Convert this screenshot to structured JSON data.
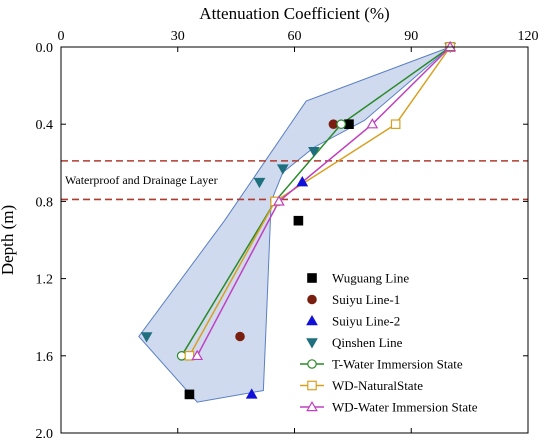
{
  "chart_data": {
    "type": "scatter",
    "xlabel": "Attenuation Coefficient (%)",
    "ylabel": "Depth (m)",
    "xlim": [
      0,
      120
    ],
    "ylim": [
      0,
      2.0
    ],
    "x_ticks": [
      "0",
      "30",
      "60",
      "90",
      "120"
    ],
    "y_ticks": [
      "0.0",
      "0.4",
      "0.8",
      "1.2",
      "1.6",
      "2.0"
    ],
    "x_axis_position": "top",
    "y_inverted": true,
    "grid": false,
    "legend_position": "bottom-right",
    "annotation": {
      "text": "Waterproof and Drainage Layer",
      "band_depths": [
        0.59,
        0.79
      ],
      "line_color": "#b03a2e"
    },
    "envelope": {
      "fill": "#c7d3ec",
      "stroke": "#5b7fc4",
      "points": [
        [
          100,
          0.0
        ],
        [
          78,
          0.38
        ],
        [
          65,
          0.52
        ],
        [
          57,
          0.65
        ],
        [
          54,
          0.8
        ],
        [
          53,
          1.3
        ],
        [
          52,
          1.78
        ],
        [
          35,
          1.84
        ],
        [
          20,
          1.5
        ],
        [
          42,
          0.9
        ],
        [
          63,
          0.28
        ]
      ]
    },
    "series": [
      {
        "name": "Wuguang Line",
        "marker": "square",
        "color": "#000000",
        "filled": true,
        "points": [
          [
            100,
            0.0
          ],
          [
            74,
            0.4
          ],
          [
            61,
            0.9
          ],
          [
            33,
            1.8
          ]
        ]
      },
      {
        "name": "Suiyu Line-1",
        "marker": "circle",
        "color": "#7a1f10",
        "filled": true,
        "points": [
          [
            100,
            0.0
          ],
          [
            70,
            0.4
          ],
          [
            46,
            1.5
          ]
        ]
      },
      {
        "name": "Suiyu Line-2",
        "marker": "triangle-up",
        "color": "#1010d8",
        "filled": true,
        "points": [
          [
            100,
            0.0
          ],
          [
            62,
            0.7
          ],
          [
            49,
            1.8
          ]
        ]
      },
      {
        "name": "Qinshen Line",
        "marker": "triangle-down",
        "color": "#1f6f7f",
        "filled": true,
        "points": [
          [
            100,
            0.0
          ],
          [
            65,
            0.54
          ],
          [
            57,
            0.63
          ],
          [
            51,
            0.7
          ],
          [
            22,
            1.5
          ]
        ]
      },
      {
        "name": "T-Water Immersion State",
        "marker": "circle",
        "color": "#2a8a2a",
        "filled": false,
        "line": true,
        "points": [
          [
            100,
            0.0
          ],
          [
            72,
            0.4
          ],
          [
            55,
            0.8
          ],
          [
            31,
            1.6
          ]
        ]
      },
      {
        "name": "WD-NaturalState",
        "marker": "square",
        "color": "#d8a020",
        "filled": false,
        "line": true,
        "points": [
          [
            100,
            0.0
          ],
          [
            86,
            0.4
          ],
          [
            55,
            0.8
          ],
          [
            33,
            1.6
          ]
        ]
      },
      {
        "name": "WD-Water Immersion State",
        "marker": "triangle-up",
        "color": "#c040c0",
        "filled": false,
        "line": true,
        "points": [
          [
            100,
            0.0
          ],
          [
            80,
            0.4
          ],
          [
            56,
            0.8
          ],
          [
            35,
            1.6
          ]
        ]
      }
    ]
  }
}
